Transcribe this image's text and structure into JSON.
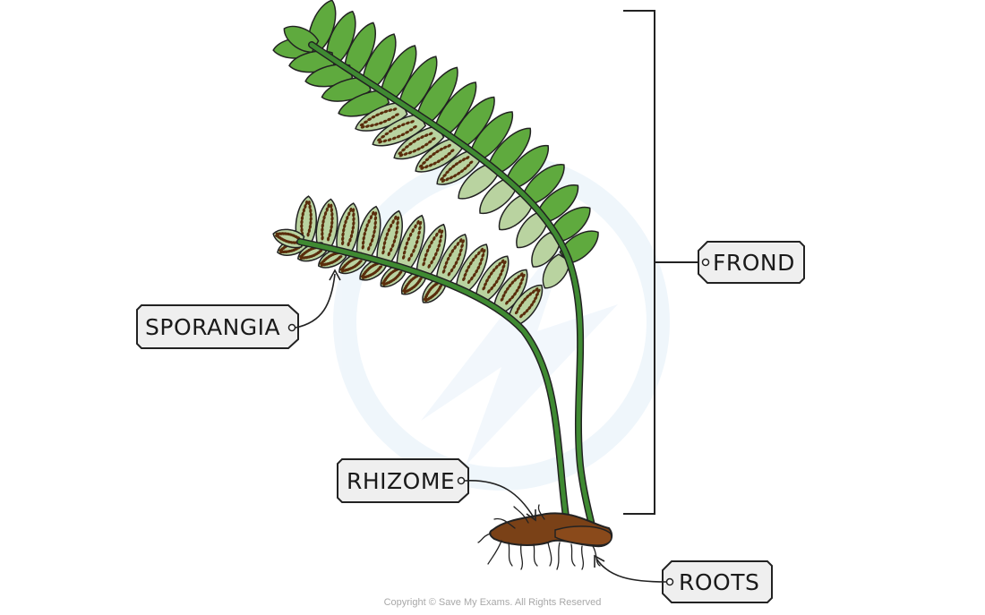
{
  "labels": {
    "frond": "FROND",
    "sporangia": "SPORANGIA",
    "rhizome": "RHIZOME",
    "roots": "ROOTS"
  },
  "footer": {
    "copyright": "Copyright © Save My Exams. All Rights Reserved"
  },
  "colors": {
    "leaf_dark": "#5faa3e",
    "leaf_light": "#b9d3a0",
    "stem": "#3f8a32",
    "rhizome": "#7a4117",
    "spore": "#5a2d0c",
    "tag_fill": "#efefef",
    "watermark": "#eaf3fa"
  },
  "icons": {
    "watermark": "save-my-exams-logo-icon"
  }
}
